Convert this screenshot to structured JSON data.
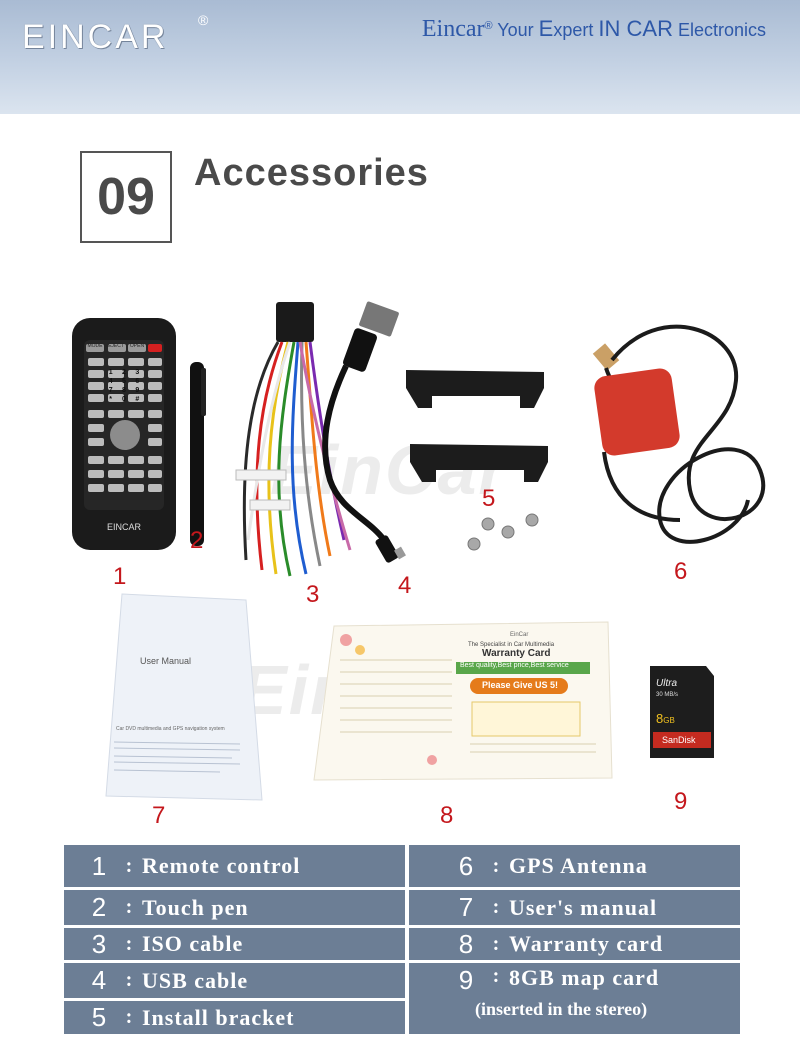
{
  "header": {
    "logo": "EINCAR",
    "logo_reg": "®",
    "slogan_brand": "Eincar",
    "slogan_reg": "®",
    "slogan_rest_1": " Your ",
    "slogan_e": "E",
    "slogan_rest_2": "xpert ",
    "slogan_caps": "IN CAR",
    "slogan_rest_3": " Electronics"
  },
  "section": {
    "number": "09",
    "title": "Accessories"
  },
  "product_labels": [
    "1",
    "2",
    "3",
    "4",
    "5",
    "6",
    "7",
    "8",
    "9"
  ],
  "remote": {
    "brand": "EINCAR",
    "top_keys": [
      "MODE",
      "EJECT",
      "OPEN"
    ],
    "num_keys": [
      "1",
      "2",
      "3",
      "4",
      "5",
      "6",
      "7",
      "8",
      "9",
      "*",
      "0",
      "#"
    ]
  },
  "manual": {
    "title": "User Manual",
    "caption": "Car DVD multimedia and GPS navigation system"
  },
  "warranty": {
    "brand": "EinCar",
    "specialist": "The Specialist in Car Multimedia",
    "title": "Warranty Card",
    "tagline": "Best quality,Best price,Best service",
    "please": "Please Give US 5!"
  },
  "sdcard": {
    "brand": "SanDisk",
    "model": "Ultra",
    "speed": "30 MB/s",
    "size": "8",
    "unit": "GB"
  },
  "watermark": "EinCar",
  "table": {
    "colon": ":",
    "left": [
      {
        "num": "1",
        "text": "Remote control"
      },
      {
        "num": "2",
        "text": "Touch pen"
      },
      {
        "num": "3",
        "text": "ISO cable"
      },
      {
        "num": "4",
        "text": "USB cable"
      },
      {
        "num": "5",
        "text": "Install bracket"
      }
    ],
    "right": [
      {
        "num": "6",
        "text": "GPS Antenna"
      },
      {
        "num": "7",
        "text": "User's manual"
      },
      {
        "num": "8",
        "text": "Warranty card"
      },
      {
        "num": "9",
        "text": "8GB map card"
      }
    ],
    "note": "(inserted in the stereo)"
  }
}
